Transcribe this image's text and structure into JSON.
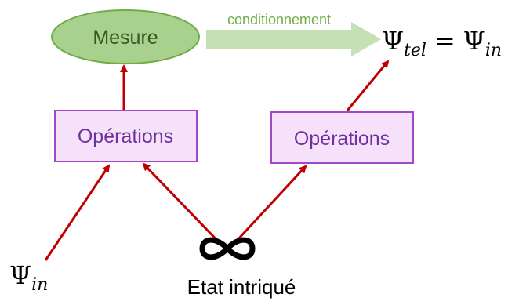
{
  "mesure": {
    "label": "Mesure"
  },
  "operations_left": {
    "label": "Opérations"
  },
  "operations_right": {
    "label": "Opérations"
  },
  "conditioning": {
    "label": "conditionnement"
  },
  "result": {
    "psi_left": "Ψ",
    "sub_left": "tel",
    "equals": "=",
    "psi_right": "Ψ",
    "sub_right": "in"
  },
  "input": {
    "psi": "Ψ",
    "sub": "in"
  },
  "entangled": {
    "label": "Etat intriqué",
    "symbol": "∞"
  },
  "colors": {
    "arrow": "#c00000",
    "box_fill": "#f5e1fa",
    "box_stroke": "#a349c7",
    "text_purple": "#7030a0",
    "ellipse_fill": "#a9d18e",
    "ellipse_stroke": "#70ad47",
    "block_arrow": "#c5e0b4"
  }
}
